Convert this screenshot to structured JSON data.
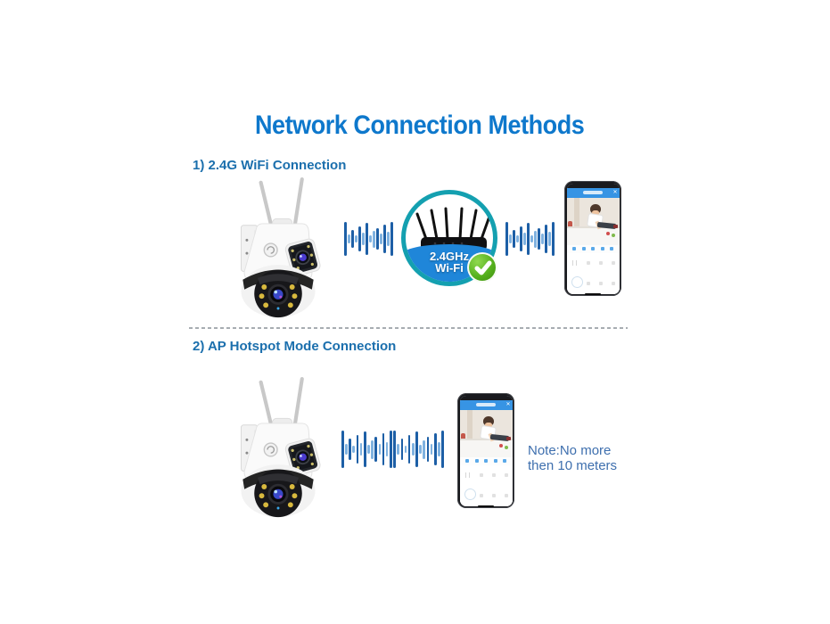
{
  "page": {
    "title": "Network Connection Methods"
  },
  "sections": {
    "wifi": {
      "heading": "1) 2.4G WiFi Connection",
      "badge_line1": "2.4GHz",
      "badge_line2": "Wi-Fi"
    },
    "ap": {
      "heading": "2) AP Hotspot Mode Connection",
      "note_line1": "Note:No more",
      "note_line2": "then 10 meters"
    }
  },
  "icons": {
    "camera": "dual-lens-ptz-camera",
    "waveform": "wifi-signal-waveform",
    "router": "wifi-router",
    "check": "green-checkmark",
    "phone": "smartphone-camera-app",
    "close": "close-x"
  },
  "colors": {
    "title_blue": "#0e78cc",
    "heading_blue": "#1b6fad",
    "badge_ring_teal": "#14a0b0",
    "badge_band_blue": "#1f86d9",
    "check_green": "#53ae1c",
    "wave_dark_blue": "#1d5fa6",
    "wave_light_blue": "#7fb2e0",
    "note_blue": "#3e6fae",
    "phone_header_blue": "#3794e4"
  }
}
